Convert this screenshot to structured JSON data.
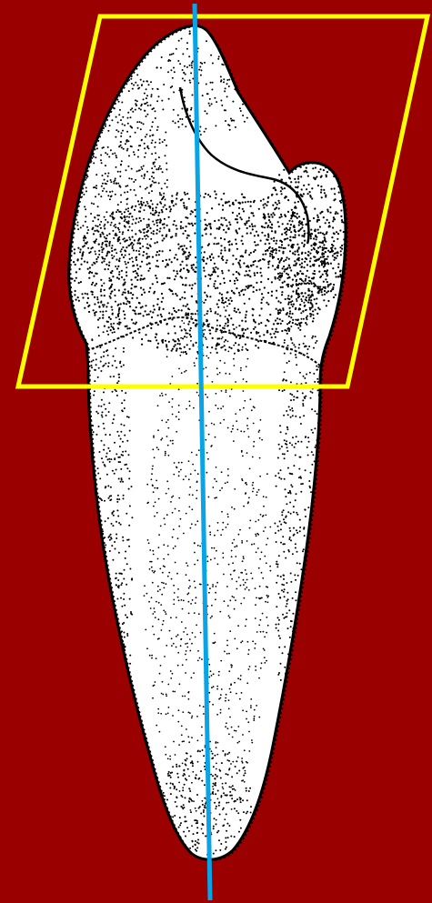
{
  "figure": {
    "subject": "tooth-illustration",
    "style": "stippled-ink-drawing",
    "colors": {
      "background": "#9b0000",
      "tooth_fill": "#ffffff",
      "stipple": "#000000",
      "outline": "#000000",
      "crown_parallelogram": "#ffff00",
      "long_axis_line": "#0aa3e6"
    },
    "overlays": [
      {
        "kind": "crown-outline-parallelogram",
        "color": "#ffff00"
      },
      {
        "kind": "long-axis-line",
        "color": "#0aa3e6"
      }
    ]
  }
}
